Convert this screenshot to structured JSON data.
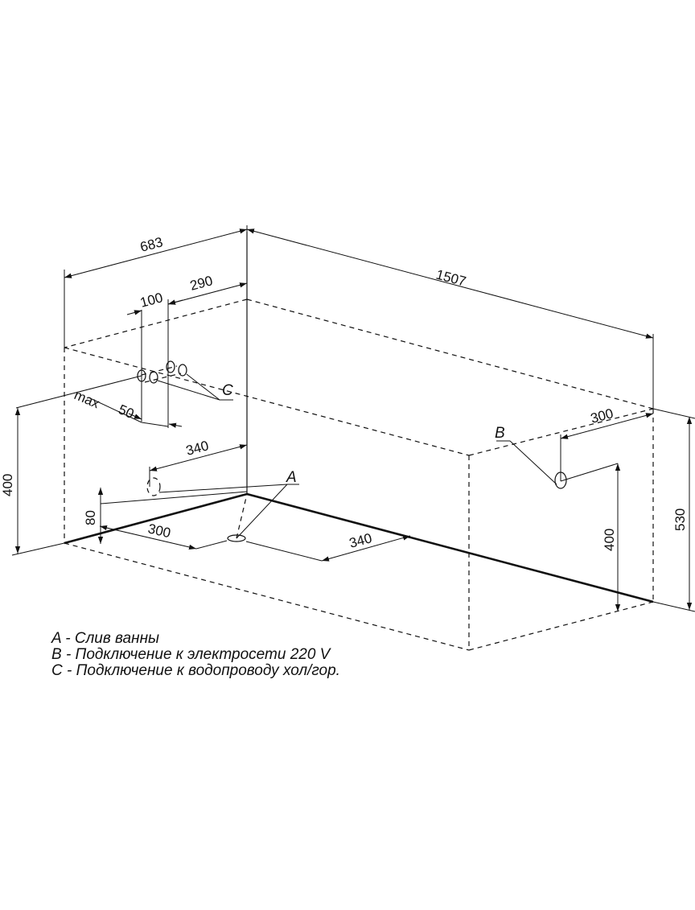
{
  "dimensions": {
    "d683": "683",
    "d1507": "1507",
    "d290": "290",
    "d100": "100",
    "d50": "50",
    "max": "max",
    "d340_top": "340",
    "d300_left": "300",
    "d340_floor": "340",
    "d300_right": "300",
    "d400_left": "400",
    "d80": "80",
    "d400_right": "400",
    "d530": "530"
  },
  "markers": {
    "a": "A",
    "b": "B",
    "c": "C"
  },
  "legend": [
    "A - Слив ванны",
    "B - Подключение к электросети 220 V",
    "C - Подключение к водопроводу хол/гор."
  ]
}
